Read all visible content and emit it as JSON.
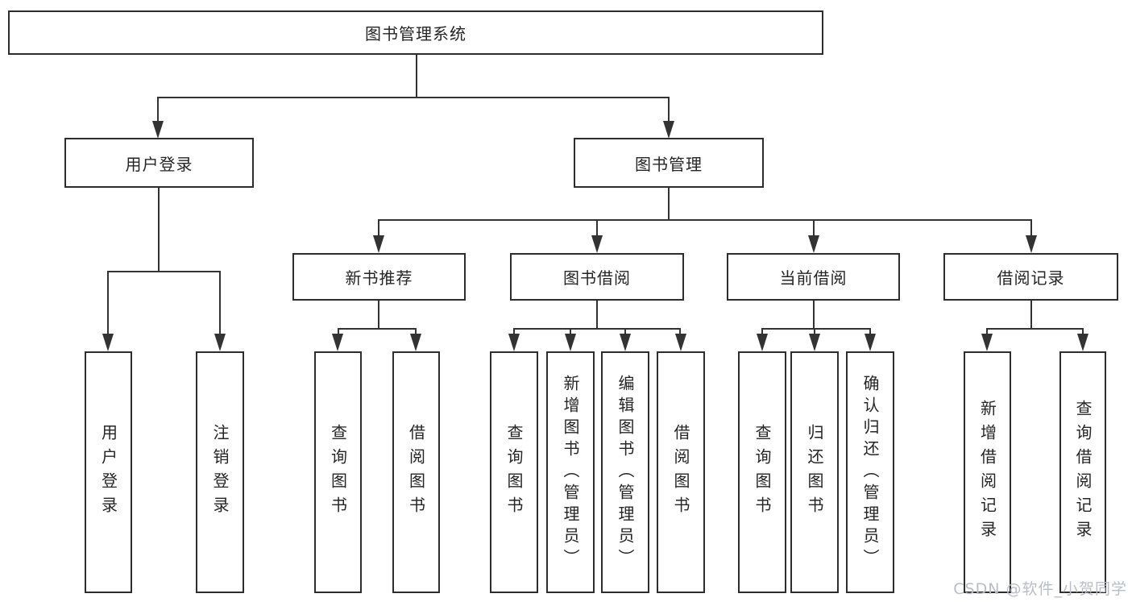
{
  "colors": {
    "line": "#333333",
    "border": "#2d2d2d",
    "text": "#252525",
    "watermark": "#b9bdc6"
  },
  "watermark": {
    "text": "CSDN @软件_小贺同学"
  },
  "tree": {
    "root": {
      "label": "图书管理系统"
    },
    "branches": [
      {
        "label": "用户登录",
        "children": [
          {
            "label": "用户登录"
          },
          {
            "label": "注销登录"
          }
        ]
      },
      {
        "label": "图书管理",
        "children": [
          {
            "label": "新书推荐",
            "children": [
              {
                "label": "查询图书"
              },
              {
                "label": "借阅图书"
              }
            ]
          },
          {
            "label": "图书借阅",
            "children": [
              {
                "label": "查询图书"
              },
              {
                "label": "新增图书（管理员）"
              },
              {
                "label": "编辑图书（管理员）"
              },
              {
                "label": "借阅图书"
              }
            ]
          },
          {
            "label": "当前借阅",
            "children": [
              {
                "label": "查询图书"
              },
              {
                "label": "归还图书"
              },
              {
                "label": "确认归还（管理员）"
              }
            ]
          },
          {
            "label": "借阅记录",
            "children": [
              {
                "label": "新增借阅记录"
              },
              {
                "label": "查询借阅记录"
              }
            ]
          }
        ]
      }
    ]
  }
}
